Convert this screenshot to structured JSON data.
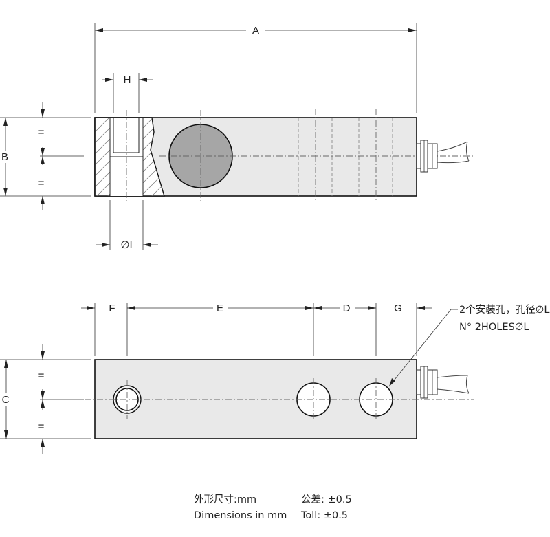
{
  "dimension_labels": {
    "A": "A",
    "H": "H",
    "B": "B",
    "I": "∅I",
    "F": "F",
    "E": "E",
    "D": "D",
    "G": "G",
    "C": "C",
    "equal": "="
  },
  "hole_callout": {
    "line_cn": "2个安装孔，孔径∅L",
    "line_en": "N°  2HOLES∅L"
  },
  "notes": {
    "units_cn": "外形尺寸:mm",
    "tolerance_cn": "公差:  ±0.5",
    "units_en": "Dimensions  in  mm",
    "tolerance_en": "Toll:  ±0.5"
  },
  "colors": {
    "body_fill": "#e9e9e9",
    "hole_fill": "#a6a6a6",
    "outline": "#111111"
  }
}
